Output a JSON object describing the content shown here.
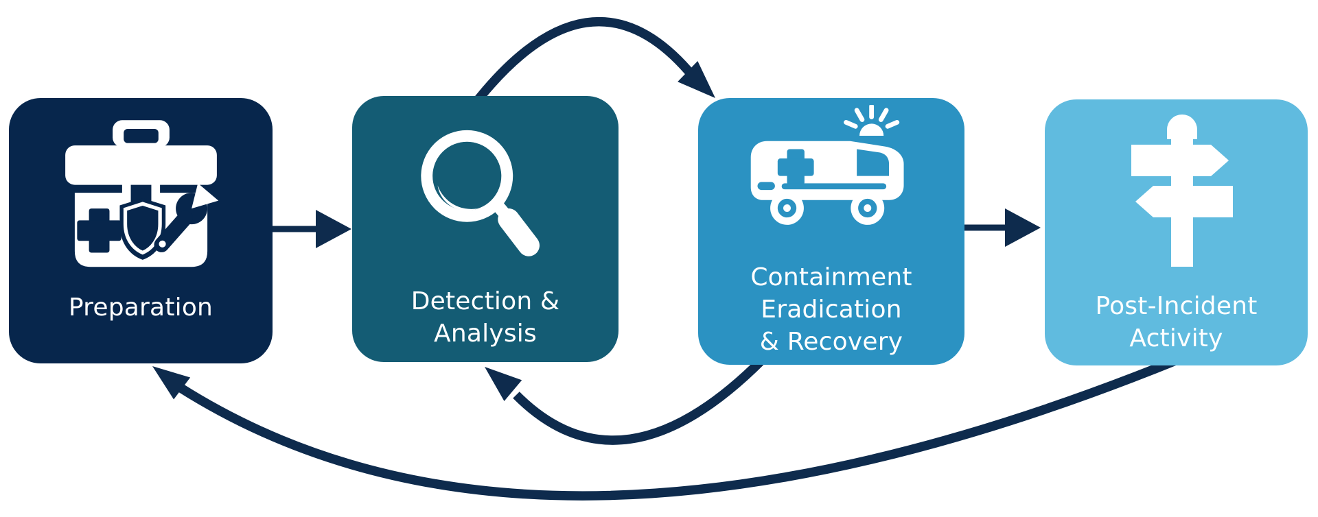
{
  "palette": {
    "background": "#ffffff",
    "arrow_color": "#0e2b4d",
    "label_color": "#ffffff"
  },
  "steps": [
    {
      "id": "preparation",
      "lines": [
        "Preparation"
      ],
      "color": "#07264c",
      "icon": "toolbox-first-aid-icon"
    },
    {
      "id": "detection-analysis",
      "lines": [
        "Detection &",
        "Analysis"
      ],
      "color": "#145c74",
      "icon": "magnifying-glass-icon"
    },
    {
      "id": "containment-eradication-recovery",
      "lines": [
        "Containment",
        "Eradication",
        "& Recovery"
      ],
      "color": "#2b92c2",
      "icon": "ambulance-icon"
    },
    {
      "id": "post-incident-activity",
      "lines": [
        "Post-Incident",
        "Activity"
      ],
      "color": "#60bbdf",
      "icon": "signpost-icon"
    }
  ],
  "connectors": [
    {
      "from": "preparation",
      "to": "detection-analysis",
      "style": "straight-right"
    },
    {
      "from": "detection-analysis",
      "to": "containment-eradication-recovery",
      "style": "arc-over-top"
    },
    {
      "from": "containment-eradication-recovery",
      "to": "post-incident-activity",
      "style": "straight-right"
    },
    {
      "from": "containment-eradication-recovery",
      "to": "detection-analysis",
      "style": "arc-under-bottom"
    },
    {
      "from": "post-incident-activity",
      "to": "preparation",
      "style": "arc-under-bottom"
    }
  ]
}
